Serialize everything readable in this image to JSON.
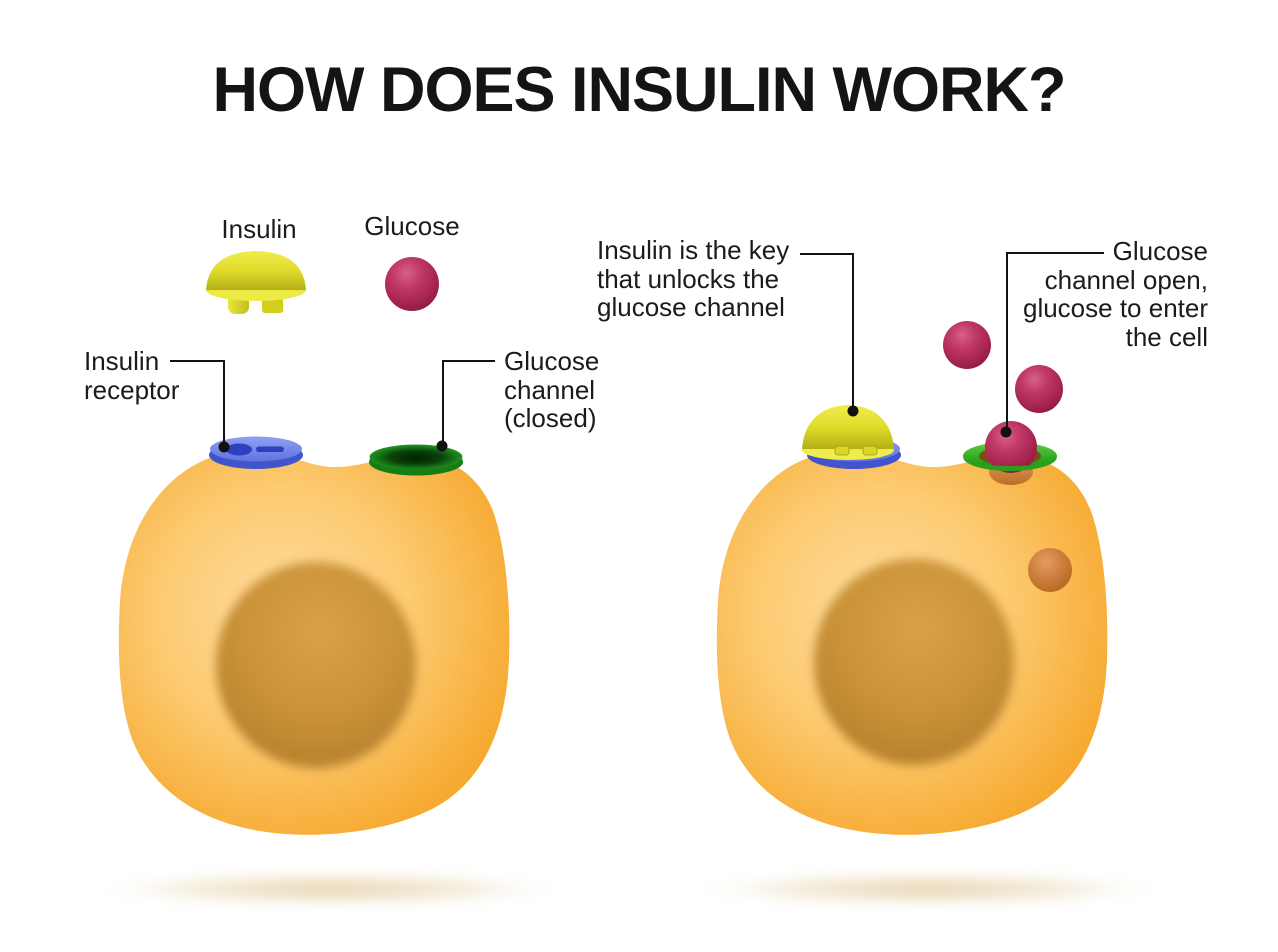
{
  "title": "HOW DOES INSULIN WORK?",
  "legend": {
    "insulin": "Insulin",
    "glucose": "Glucose"
  },
  "labels": {
    "insulin_receptor": "Insulin\nreceptor",
    "glucose_channel_closed": "Glucose\nchannel\n(closed)",
    "insulin_key": "Insulin is the key\nthat unlocks the\nglucose channel",
    "glucose_channel_open": "Glucose\nchannel open,\nglucose to enter\nthe cell"
  },
  "colors": {
    "background": "#FFFFFF",
    "text": "#1B1B1B",
    "cell_edge": "#F6A527",
    "cell_highlight": "#FFD999",
    "nucleus": "#C8923A",
    "insulin_yellow": "#DFDC2A",
    "glucose_magenta": "#B22B5B",
    "glucose_inside_orange": "#CC7C3C",
    "receptor_blue": "#6276E2",
    "channel_green": "#2AA42A",
    "connector_black": "#111111",
    "shadow_tan": "#E3CFA3"
  }
}
